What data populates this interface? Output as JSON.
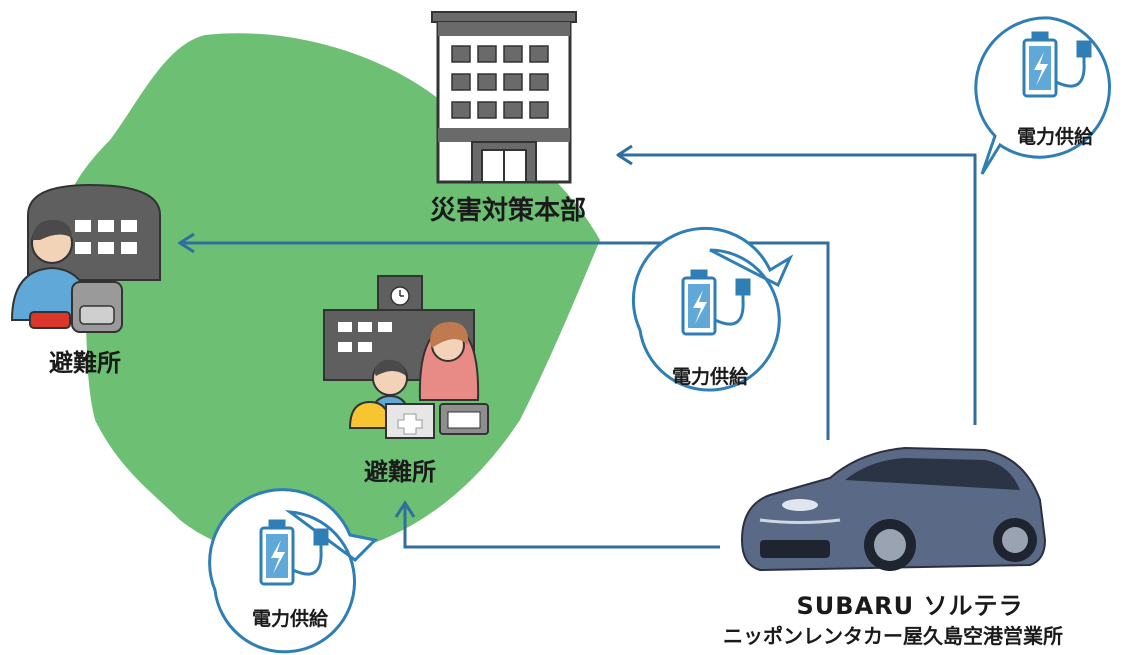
{
  "labels": {
    "hq": "災害対策本部",
    "shelter_left": "避難所",
    "shelter_center": "避難所",
    "vehicle_name": "SUBARU ソルテラ",
    "vehicle_owner": "ニッポンレンタカー屋久島空港営業所"
  },
  "bubbles": {
    "top_right": "電力供給",
    "middle": "電力供給",
    "bottom_left": "電力供給"
  },
  "colors": {
    "island": "#6dbf73",
    "arrow": "#2f6e9e",
    "bubble_border": "#2f7fb6",
    "battery": "#2f7fb6",
    "building": "#5f5f5f",
    "car_body": "#5a6a86"
  },
  "icons": [
    "building-icon",
    "shelter-icon",
    "school-icon",
    "battery-plug-icon",
    "car-icon"
  ]
}
